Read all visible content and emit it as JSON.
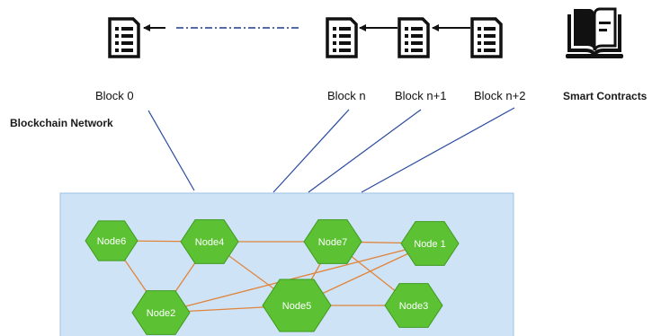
{
  "network_label": "Blockchain Network",
  "blocks": [
    {
      "id": "block0",
      "label": "Block 0",
      "icon": "document-icon"
    },
    {
      "id": "blockn",
      "label": "Block n",
      "icon": "document-icon"
    },
    {
      "id": "blockn1",
      "label": "Block n+1",
      "icon": "document-icon"
    },
    {
      "id": "blockn2",
      "label": "Block n+2",
      "icon": "document-icon"
    }
  ],
  "smart_contracts": {
    "label": "Smart Contracts",
    "icon": "book-icon"
  },
  "nodes": [
    {
      "id": "node6",
      "label": "Node6"
    },
    {
      "id": "node4",
      "label": "Node4"
    },
    {
      "id": "node7",
      "label": "Node7"
    },
    {
      "id": "node1",
      "label": "Node 1"
    },
    {
      "id": "node2",
      "label": "Node2"
    },
    {
      "id": "node5",
      "label": "Node5"
    },
    {
      "id": "node3",
      "label": "Node3"
    }
  ],
  "edges": [
    [
      "node6",
      "node4"
    ],
    [
      "node6",
      "node2"
    ],
    [
      "node4",
      "node7"
    ],
    [
      "node4",
      "node2"
    ],
    [
      "node7",
      "node1"
    ],
    [
      "node7",
      "node5"
    ],
    [
      "node7",
      "node3"
    ],
    [
      "node4",
      "node5"
    ],
    [
      "node2",
      "node5"
    ],
    [
      "node5",
      "node3"
    ],
    [
      "node5",
      "node1"
    ],
    [
      "node2",
      "node1"
    ]
  ],
  "colors": {
    "node_fill": "#5cc234",
    "node_stroke": "#3e9a1d",
    "edge": "#e0843a",
    "network_bg": "#cfe3f7",
    "network_border": "#9ec3e6",
    "connector": "#2a4aa0",
    "icon": "#111111"
  }
}
